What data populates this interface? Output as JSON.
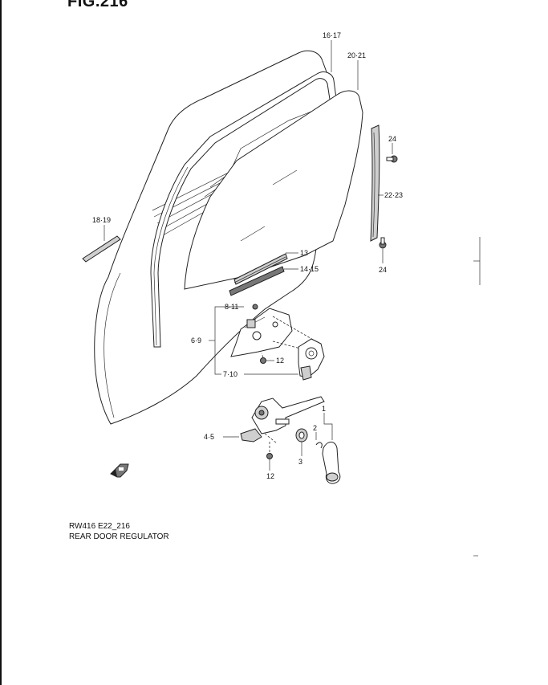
{
  "figure": {
    "title": "FIG.216",
    "code": "RW416 E22_216",
    "name": "REAR DOOR REGULATOR"
  },
  "callouts": {
    "c16_17": "16·17",
    "c20_21": "20·21",
    "c24_top": "24",
    "c22_23": "22·23",
    "c24_bottom": "24",
    "c18_19": "18·19",
    "c13": "13",
    "c14_15": "14·15",
    "c8_11": "8·11",
    "c6_9": "6·9",
    "c12_top": "12",
    "c7_10": "7·10",
    "c1": "1",
    "c2": "2",
    "c3": "3",
    "c4_5": "4·5",
    "c12_bottom": "12"
  },
  "icons": {
    "front_arrow": "front-direction-arrow-icon"
  }
}
